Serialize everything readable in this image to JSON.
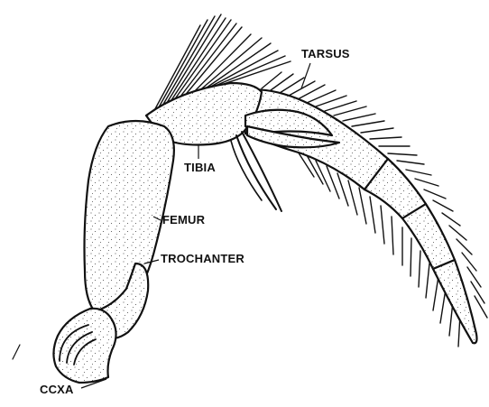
{
  "figure": {
    "labels": {
      "tarsus": "TARSUS",
      "tibia": "TIBIA",
      "femur": "FEMUR",
      "trochanter": "TROCHANTER",
      "coxa": "CCXA"
    }
  }
}
